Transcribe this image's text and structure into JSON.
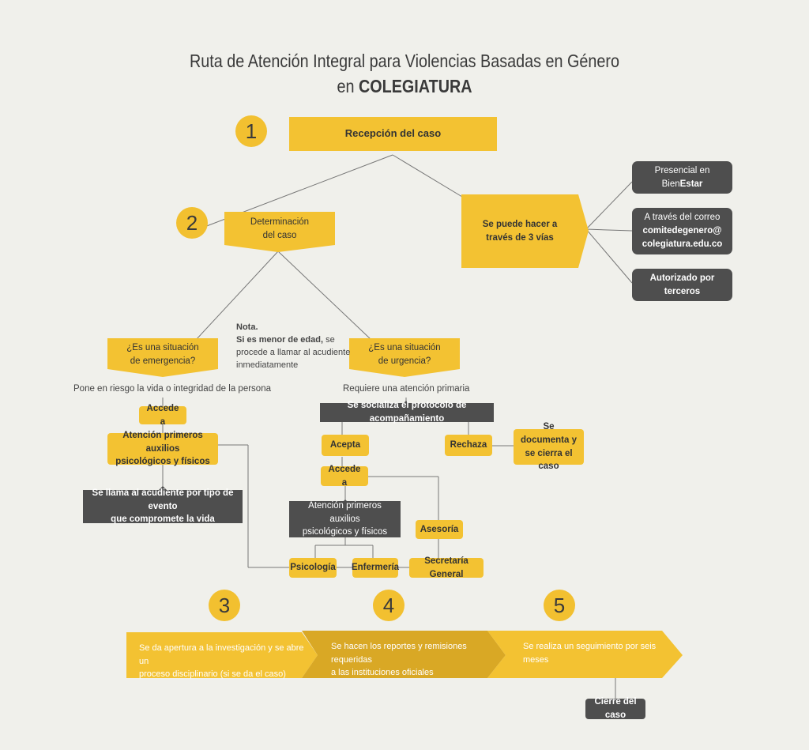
{
  "title": {
    "line1": "Ruta de Atención Integral para Violencias Basadas en Género",
    "line2_prefix": "en ",
    "line2_bold": "COLEGIATURA"
  },
  "steps": [
    "1",
    "2",
    "3",
    "4",
    "5"
  ],
  "recepcion": "Recepción del caso",
  "determinacion": [
    "Determinación",
    "del caso"
  ],
  "vias": [
    "Se puede hacer a",
    "través de 3 vías"
  ],
  "vias_options": {
    "presencial": [
      "Presencial en",
      "Bien",
      "Estar"
    ],
    "correo": [
      "A través del correo",
      "comitedegenero@",
      "colegiatura.edu.co"
    ],
    "terceros": [
      "Autorizado por",
      "terceros"
    ]
  },
  "nota": {
    "title": "Nota.",
    "bold": "Si es menor de edad,",
    "rest1": " se",
    "rest2": "procede a llamar al acudiente",
    "rest3": "inmediatamente"
  },
  "emergencia": {
    "question": [
      "¿Es una situación",
      "de emergencia?"
    ],
    "caption": "Pone en riesgo la vida o integridad de la persona",
    "accede": "Accede a",
    "atencion": [
      "Atención primeros auxilios",
      "psicológicos y físicos"
    ],
    "llamada": [
      "Se llama al acudiente por tipo de evento",
      "que compromete la vida"
    ]
  },
  "urgencia": {
    "question": [
      "¿Es una situación",
      "de urgencia?"
    ],
    "caption": "Requiere una atención primaria",
    "socializa": "Se socializa el protocolo de acompañamiento",
    "acepta": "Acepta",
    "rechaza": "Rechaza",
    "documenta": [
      "Se documenta y",
      "se cierra el caso"
    ],
    "accede": "Accede a",
    "atencion": [
      "Atención primeros auxilios",
      "psicológicos y físicos"
    ],
    "asesoria": "Asesoría",
    "psicologia": "Psicología",
    "enfermeria": "Enfermería",
    "secretaria": "Secretaría General"
  },
  "stages": {
    "s3": [
      "Se da apertura a la investigación y se abre un",
      "proceso disciplinario (si se da el caso)"
    ],
    "s4": [
      "Se hacen los reportes y remisiones requeridas",
      "a las instituciones oficiales"
    ],
    "s5": [
      "Se realiza un seguimiento por seis",
      "meses"
    ]
  },
  "cierre": "Cierre del caso",
  "colors": {
    "yellow": "#f3c232",
    "dark": "#4e4e4e",
    "background": "#f0f0eb",
    "stage4": "#d9a825"
  }
}
